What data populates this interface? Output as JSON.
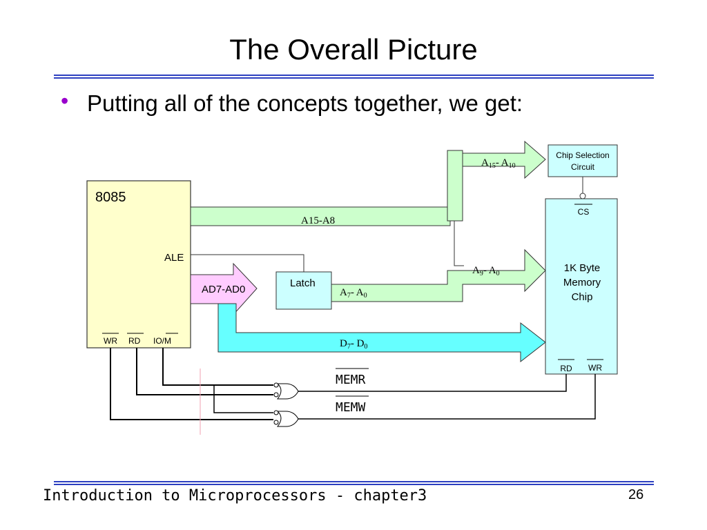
{
  "slide": {
    "title": "The Overall Picture",
    "bullet": "Putting all of the concepts together, we get:",
    "footer": "Introduction to Microprocessors  -  chapter3",
    "page_number": "26"
  },
  "diagram": {
    "cpu_label": "8085",
    "ale_label": "ALE",
    "ad_label": "AD7-AD0",
    "cpu_pins": {
      "wr": "WR",
      "rd": "RD",
      "iom": "IO/M"
    },
    "latch_label": "Latch",
    "bus_high": "A15-A8",
    "bus_a15_a10": {
      "main": "A",
      "sub1": "15",
      "sep": "- A",
      "sub2": "10"
    },
    "bus_a9_a0": {
      "main": "A",
      "sub1": "9",
      "sep": "- A",
      "sub2": "0"
    },
    "bus_a7_a0": {
      "main": "A",
      "sub1": "7",
      "sep": "- A",
      "sub2": "0"
    },
    "bus_d7_d0": {
      "main": "D",
      "sub1": "7",
      "sep": "- D",
      "sub2": "0"
    },
    "chip_select": {
      "line1": "Chip Selection",
      "line2": "Circuit"
    },
    "cs_label": "CS",
    "memory": {
      "line1": "1K Byte",
      "line2": "Memory",
      "line3": "Chip"
    },
    "mem_pins": {
      "rd": "RD",
      "wr": "WR"
    },
    "memr_label": "MEMR",
    "memw_label": "MEMW"
  }
}
